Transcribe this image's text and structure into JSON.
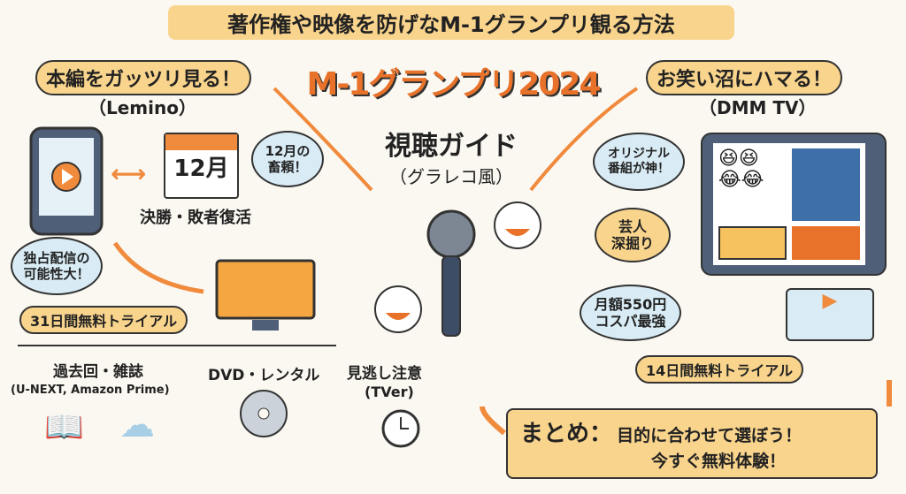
{
  "header": {
    "title": "著作権や映像を防げなM-1グランプリ観る方法"
  },
  "center": {
    "logo": "M-1グランプリ2024",
    "subtitle": "視聴ガイド",
    "style": "（グラレコ風）"
  },
  "left": {
    "heading": "本編をガッツリ見る！",
    "service": "（Lemino）",
    "calendar": "12月",
    "calendar_caption": "決勝・敗者復活",
    "bubble_month": [
      "12月の",
      "畜頼！"
    ],
    "bubble_exclusive": [
      "独占配信の",
      "可能性大！"
    ],
    "trial": "31日間無料トライアル"
  },
  "bottom_left": {
    "past": "過去回・雑誌",
    "past_services": "(U-NEXT, Amazon Prime)",
    "dvd": "DVD・レンタル",
    "tver": "見逃し注意",
    "tver_service": "(TVer)"
  },
  "right": {
    "heading": "お笑い沼にハマる！",
    "service": "（DMM TV）",
    "bubble_original": [
      "オリジナル",
      "番組が神！"
    ],
    "bubble_comedian": [
      "芸人",
      "深掘り"
    ],
    "bubble_price": [
      "月額550円",
      "コスパ最強"
    ],
    "trial": "14日間無料トライアル"
  },
  "summary": {
    "label": "まとめ：",
    "text1": "目的に合わせて選ぼう！",
    "text2": "今すぐ無料体験！"
  },
  "colors": {
    "accent": "#f08a3c",
    "highlight": "#f9d48c",
    "bubble": "#d9ecf5",
    "background": "#fbf8f1"
  }
}
